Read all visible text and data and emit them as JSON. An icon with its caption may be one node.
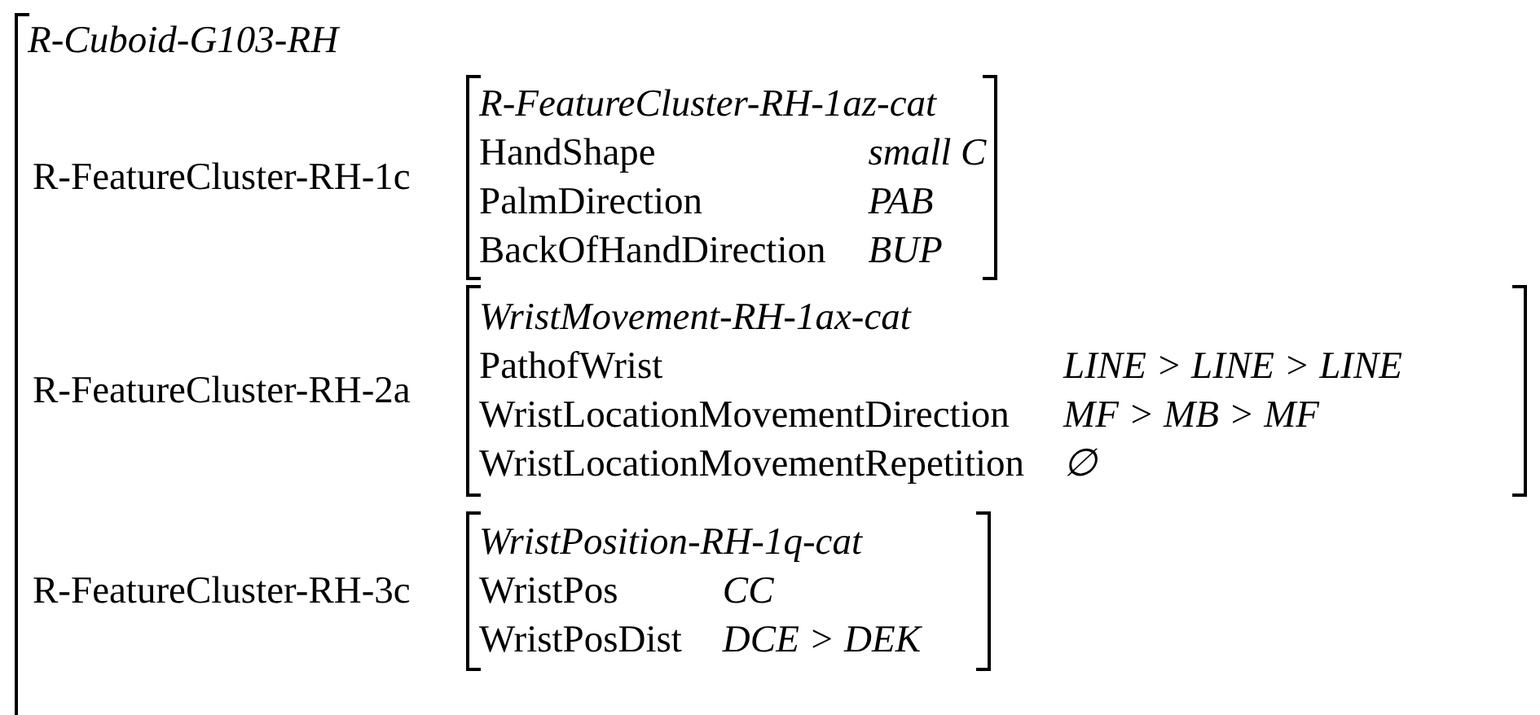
{
  "diagram": {
    "nodes": [
      {
        "text": [
          "R-Cuboid-G103-RH"
        ]
      },
      {
        "text": [
          "R-FeatureCluster-RH-1az-cat",
          "HandShape",
          "small C",
          "PalmDirection",
          "PAB",
          "BackOfHandDirection",
          "BUP"
        ],
        "in": 0,
        "beside": [
          "R-FeatureCluster-RH-1c"
        ]
      },
      {
        "text": [
          "WristMovement-RH-1ax-cat",
          "PathofWrist",
          "LINE > LINE > LINE",
          "WristLocationMovementDirection",
          "MF > MB > MF",
          "WristLocationMovementRepetition",
          "∅"
        ],
        "in": 0,
        "beside": [
          "R-FeatureCluster-RH-2a"
        ]
      },
      {
        "text": [
          "WristPosition-RH-1q-cat",
          "WristPos",
          "CC",
          "WristPosDist",
          "DCE > DEK"
        ],
        "in": 0,
        "beside": [
          "R-FeatureCluster-RH-3c"
        ]
      }
    ]
  }
}
